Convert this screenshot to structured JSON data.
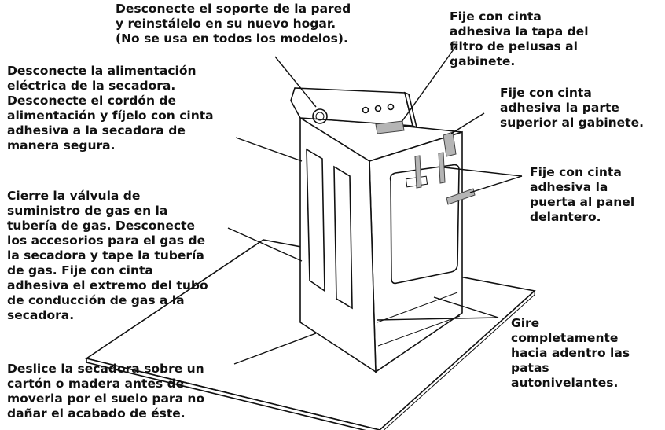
{
  "labels": {
    "wall_bracket": "Desconecte el soporte de la pared\ny reinstálelo en su nuevo hogar.\n(No se usa en todos los modelos).",
    "lint_filter": "Fije con cinta\nadhesiva la tapa del\nfiltro de pelusas al\ngabinete.",
    "top_cabinet": "Fije con cinta\nadhesiva la parte\nsuperior al gabinete.",
    "door_panel": "Fije con cinta\nadhesiva la\npuerta al panel\ndelantero.",
    "power": "Desconecte la alimentación\neléctrica de la secadora.\nDesconecte el cordón de\nalimentación y fíjelo con cinta\nadhesiva a la secadora de\nmanera segura.",
    "gas": "Cierre la válvula de\nsuministro de gas en la\ntubería de gas. Desconecte\nlos accesorios para el gas de\nla secadora y tape la tubería\nde gas. Fije con cinta\nadhesiva el extremo del tubo\nde conducción de gas a la\nsecadora.",
    "leveling_legs": "Gire\ncompletamente\nhacia adentro las\npatas\nautonivelantes.",
    "cardboard": "Deslice la secadora sobre un\ncartón o madera antes de\nmoverla por el suelo para no\ndañar el acabado de éste."
  },
  "colors": {
    "text": "#111111",
    "tape": "#b5b5b5",
    "line": "#111111"
  }
}
